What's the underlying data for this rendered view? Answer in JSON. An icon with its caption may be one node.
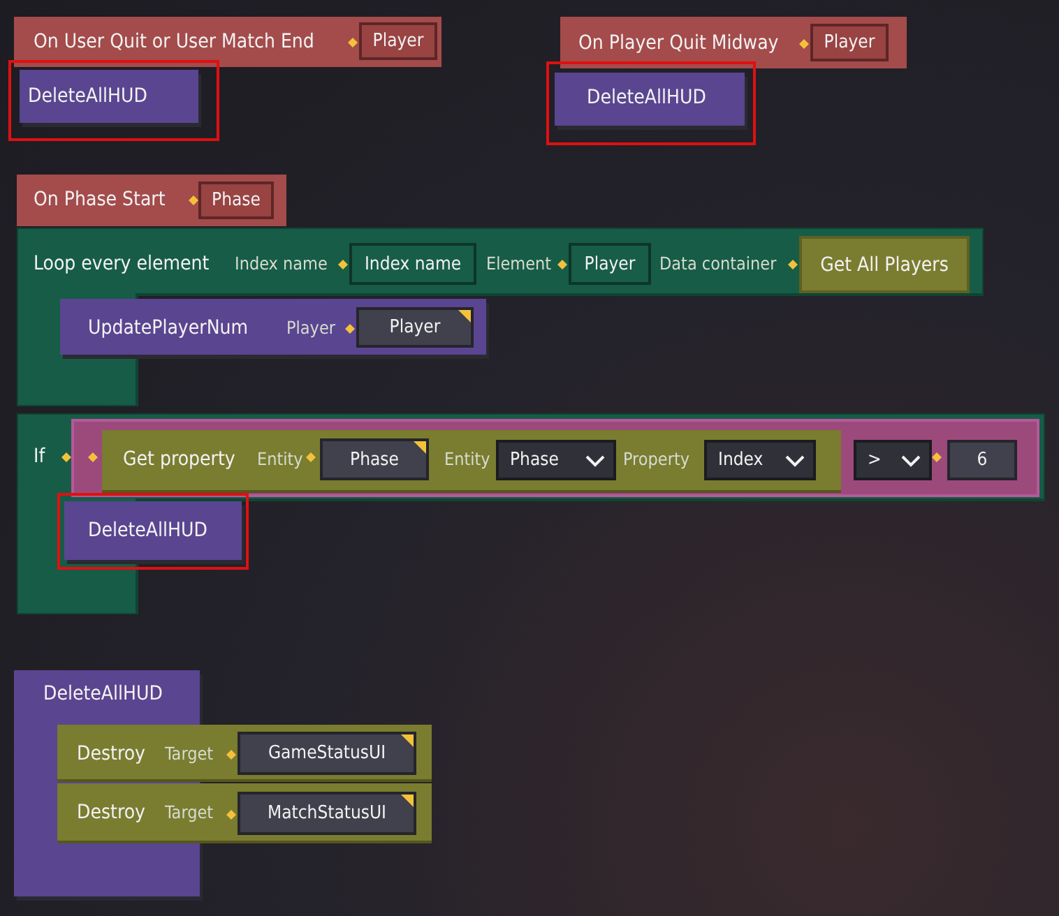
{
  "diagram": {
    "nodes": [
      {
        "text": [
          "On User Quit or User Match End"
        ]
      },
      {
        "text": [
          "Player"
        ],
        "in": 0
      },
      {
        "text": [
          "DeleteAllHUD"
        ]
      },
      {
        "text": [
          "On Player Quit Midway"
        ]
      },
      {
        "text": [
          "Player"
        ],
        "in": 3
      },
      {
        "text": [
          "DeleteAllHUD"
        ]
      },
      {
        "text": [
          "On Phase Start"
        ]
      },
      {
        "text": [
          "Phase"
        ],
        "in": 6
      },
      {
        "text": [
          "Loop every element",
          "Index name",
          "Element",
          "Data container"
        ]
      },
      {
        "text": [
          "Index name"
        ],
        "in": 8
      },
      {
        "text": [
          "Player"
        ],
        "in": 8
      },
      {
        "text": [
          "Get All Players"
        ],
        "in": 8
      },
      {
        "text": [
          "UpdatePlayerNum",
          "Player"
        ]
      },
      {
        "text": [
          "Player"
        ],
        "in": 12
      },
      {
        "text": [
          "If"
        ]
      },
      {
        "text": [],
        "shape": "box",
        "in": 14
      },
      {
        "text": [
          "Get property",
          "Entity",
          "Entity",
          "Property"
        ],
        "in": 15
      },
      {
        "text": [
          "Phase"
        ],
        "in": 16
      },
      {
        "text": [
          "Phase"
        ],
        "in": 16
      },
      {
        "text": [
          "Index"
        ],
        "in": 16
      },
      {
        "text": [
          ">"
        ],
        "in": 15
      },
      {
        "text": [
          "6"
        ],
        "in": 15
      },
      {
        "text": [
          "DeleteAllHUD"
        ]
      },
      {
        "text": [
          "DeleteAllHUD"
        ]
      },
      {
        "text": [
          "Destroy",
          "Target"
        ]
      },
      {
        "text": [
          "GameStatusUI"
        ],
        "in": 24
      },
      {
        "text": [
          "Destroy",
          "Target"
        ]
      },
      {
        "text": [
          "MatchStatusUI"
        ],
        "in": 26
      }
    ]
  }
}
